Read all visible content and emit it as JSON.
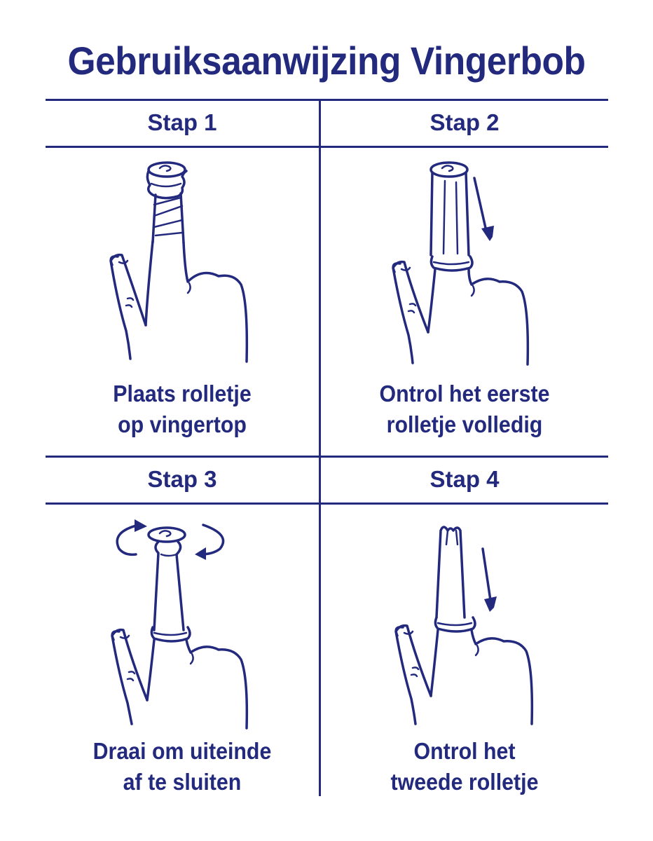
{
  "title": "Gebruiksaanwijzing Vingerbob",
  "steps": [
    {
      "label": "Stap 1",
      "caption": [
        "Plaats rolletje",
        "op vingertop"
      ]
    },
    {
      "label": "Stap 2",
      "caption": [
        "Ontrol het eerste",
        "rolletje volledig"
      ]
    },
    {
      "label": "Stap 3",
      "caption": [
        "Draai om uiteinde",
        "af te sluiten"
      ]
    },
    {
      "label": "Stap 4",
      "caption": [
        "Ontrol het",
        "tweede rolletje"
      ]
    }
  ],
  "colors": {
    "ink": "#232a7e",
    "background": "#ffffff"
  },
  "icons": [
    "hand-rolled-tip-icon",
    "hand-unrolled-down-arrow-icon",
    "hand-twist-arrows-icon",
    "hand-second-roll-down-arrow-icon"
  ]
}
